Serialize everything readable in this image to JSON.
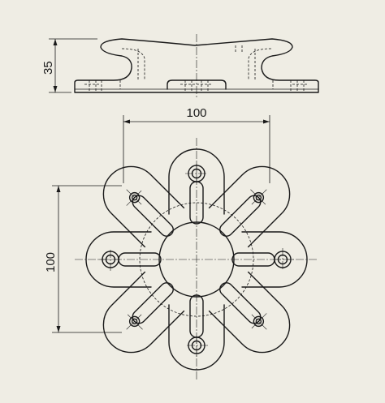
{
  "drawing": {
    "background_color": "#efede4",
    "line_color": "#1a1a1a"
  },
  "dimensions": {
    "height_side": "35",
    "width_top": "100",
    "height_top": "100"
  }
}
